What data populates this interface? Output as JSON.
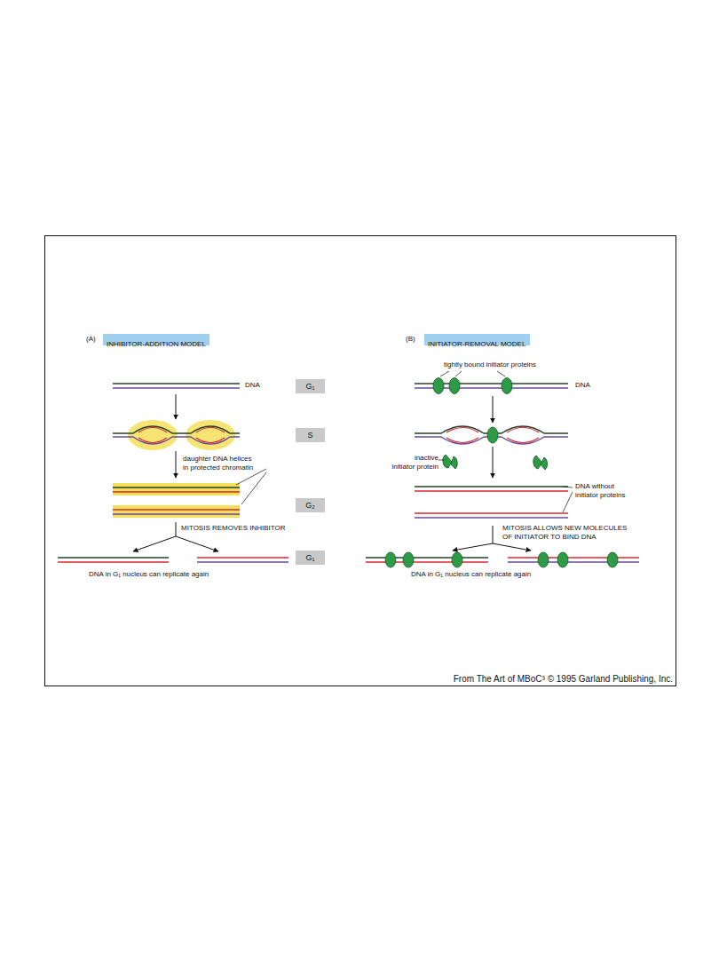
{
  "diagram": {
    "nodes": [
      {
        "text": [
          "INHIBITOR-ADDITION MODEL"
        ]
      },
      {
        "text": [
          "INITIATOR-REMOVAL MODEL"
        ]
      },
      {
        "text": [
          "G₁"
        ]
      },
      {
        "text": [
          "S"
        ]
      },
      {
        "text": [
          "G₂"
        ]
      },
      {
        "text": [
          "G₁"
        ]
      }
    ],
    "labels": [
      "(A)",
      "DNA",
      "daughter DNA helices in protected chromatin",
      "MITOSIS REMOVES INHIBITOR",
      "DNA in G₁ nucleus can replicate again",
      "(B)",
      "tightly bound initiator proteins",
      "DNA",
      "inactive initiator protein",
      "DNA without initiator proteins",
      "MITOSIS ALLOWS NEW MOLECULES OF INITIATOR TO BIND DNA",
      "DNA in G₁ nucleus can replicate again",
      "From The Art of MBoC³ © 1995 Garland Publishing, Inc."
    ]
  }
}
